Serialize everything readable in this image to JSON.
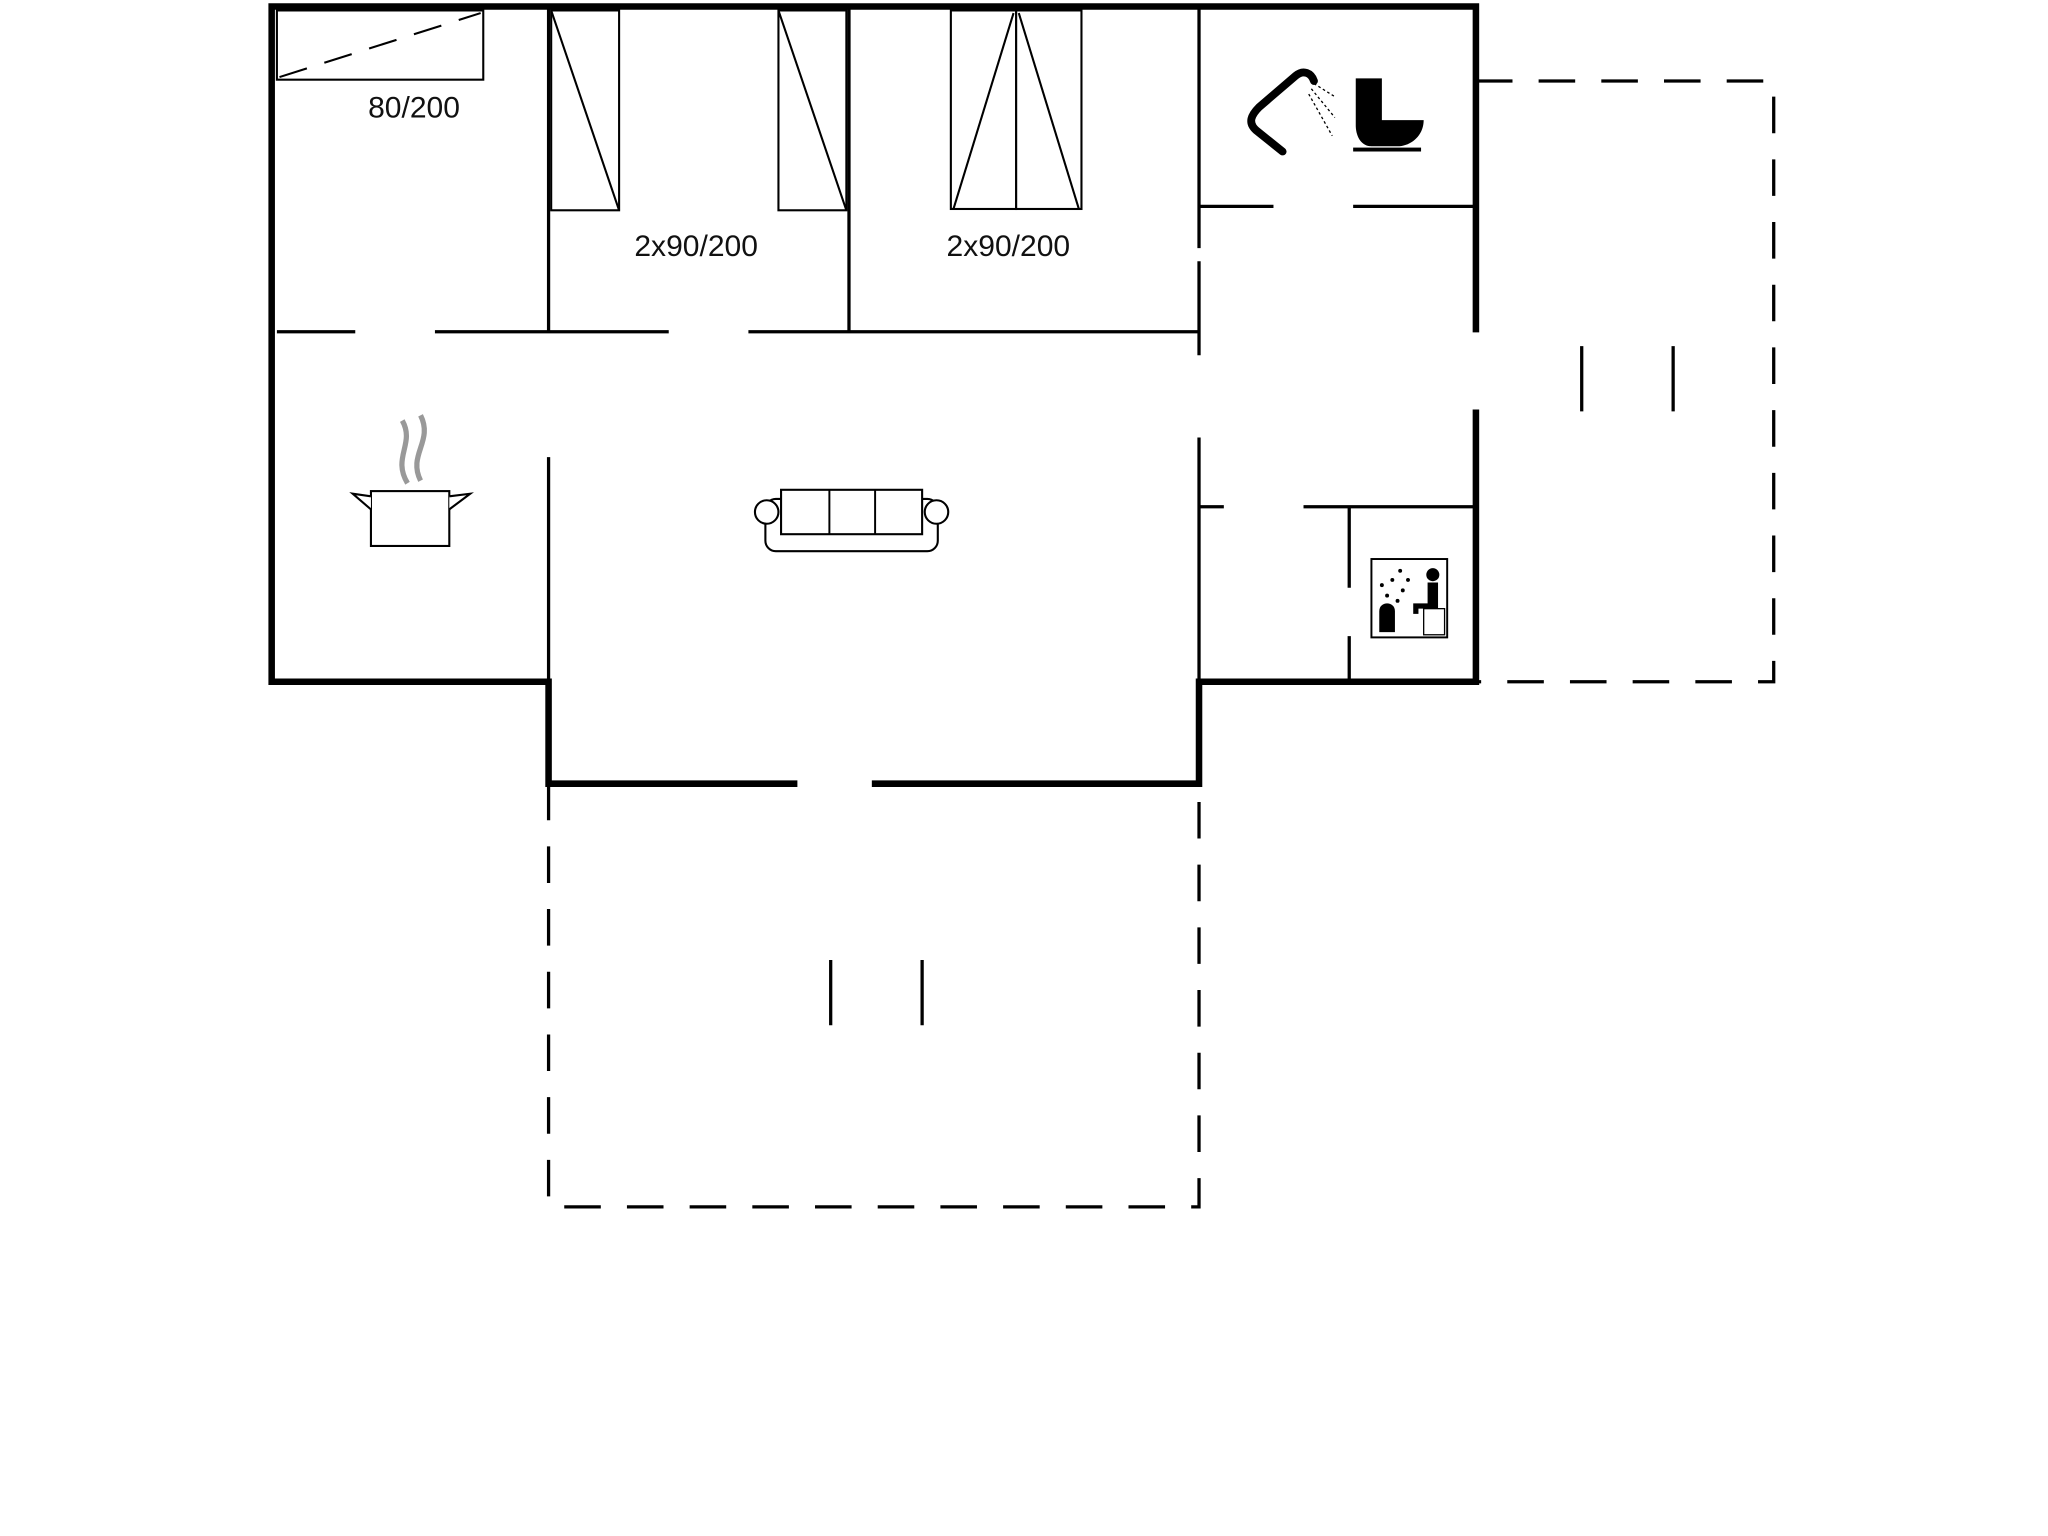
{
  "floorplan": {
    "bed_labels": [
      "80/200",
      "2x90/200",
      "2x90/200"
    ],
    "icons": [
      "kitchen-pot-icon",
      "sofa-icon",
      "shower-icon",
      "toilet-icon",
      "sauna-icon"
    ]
  }
}
